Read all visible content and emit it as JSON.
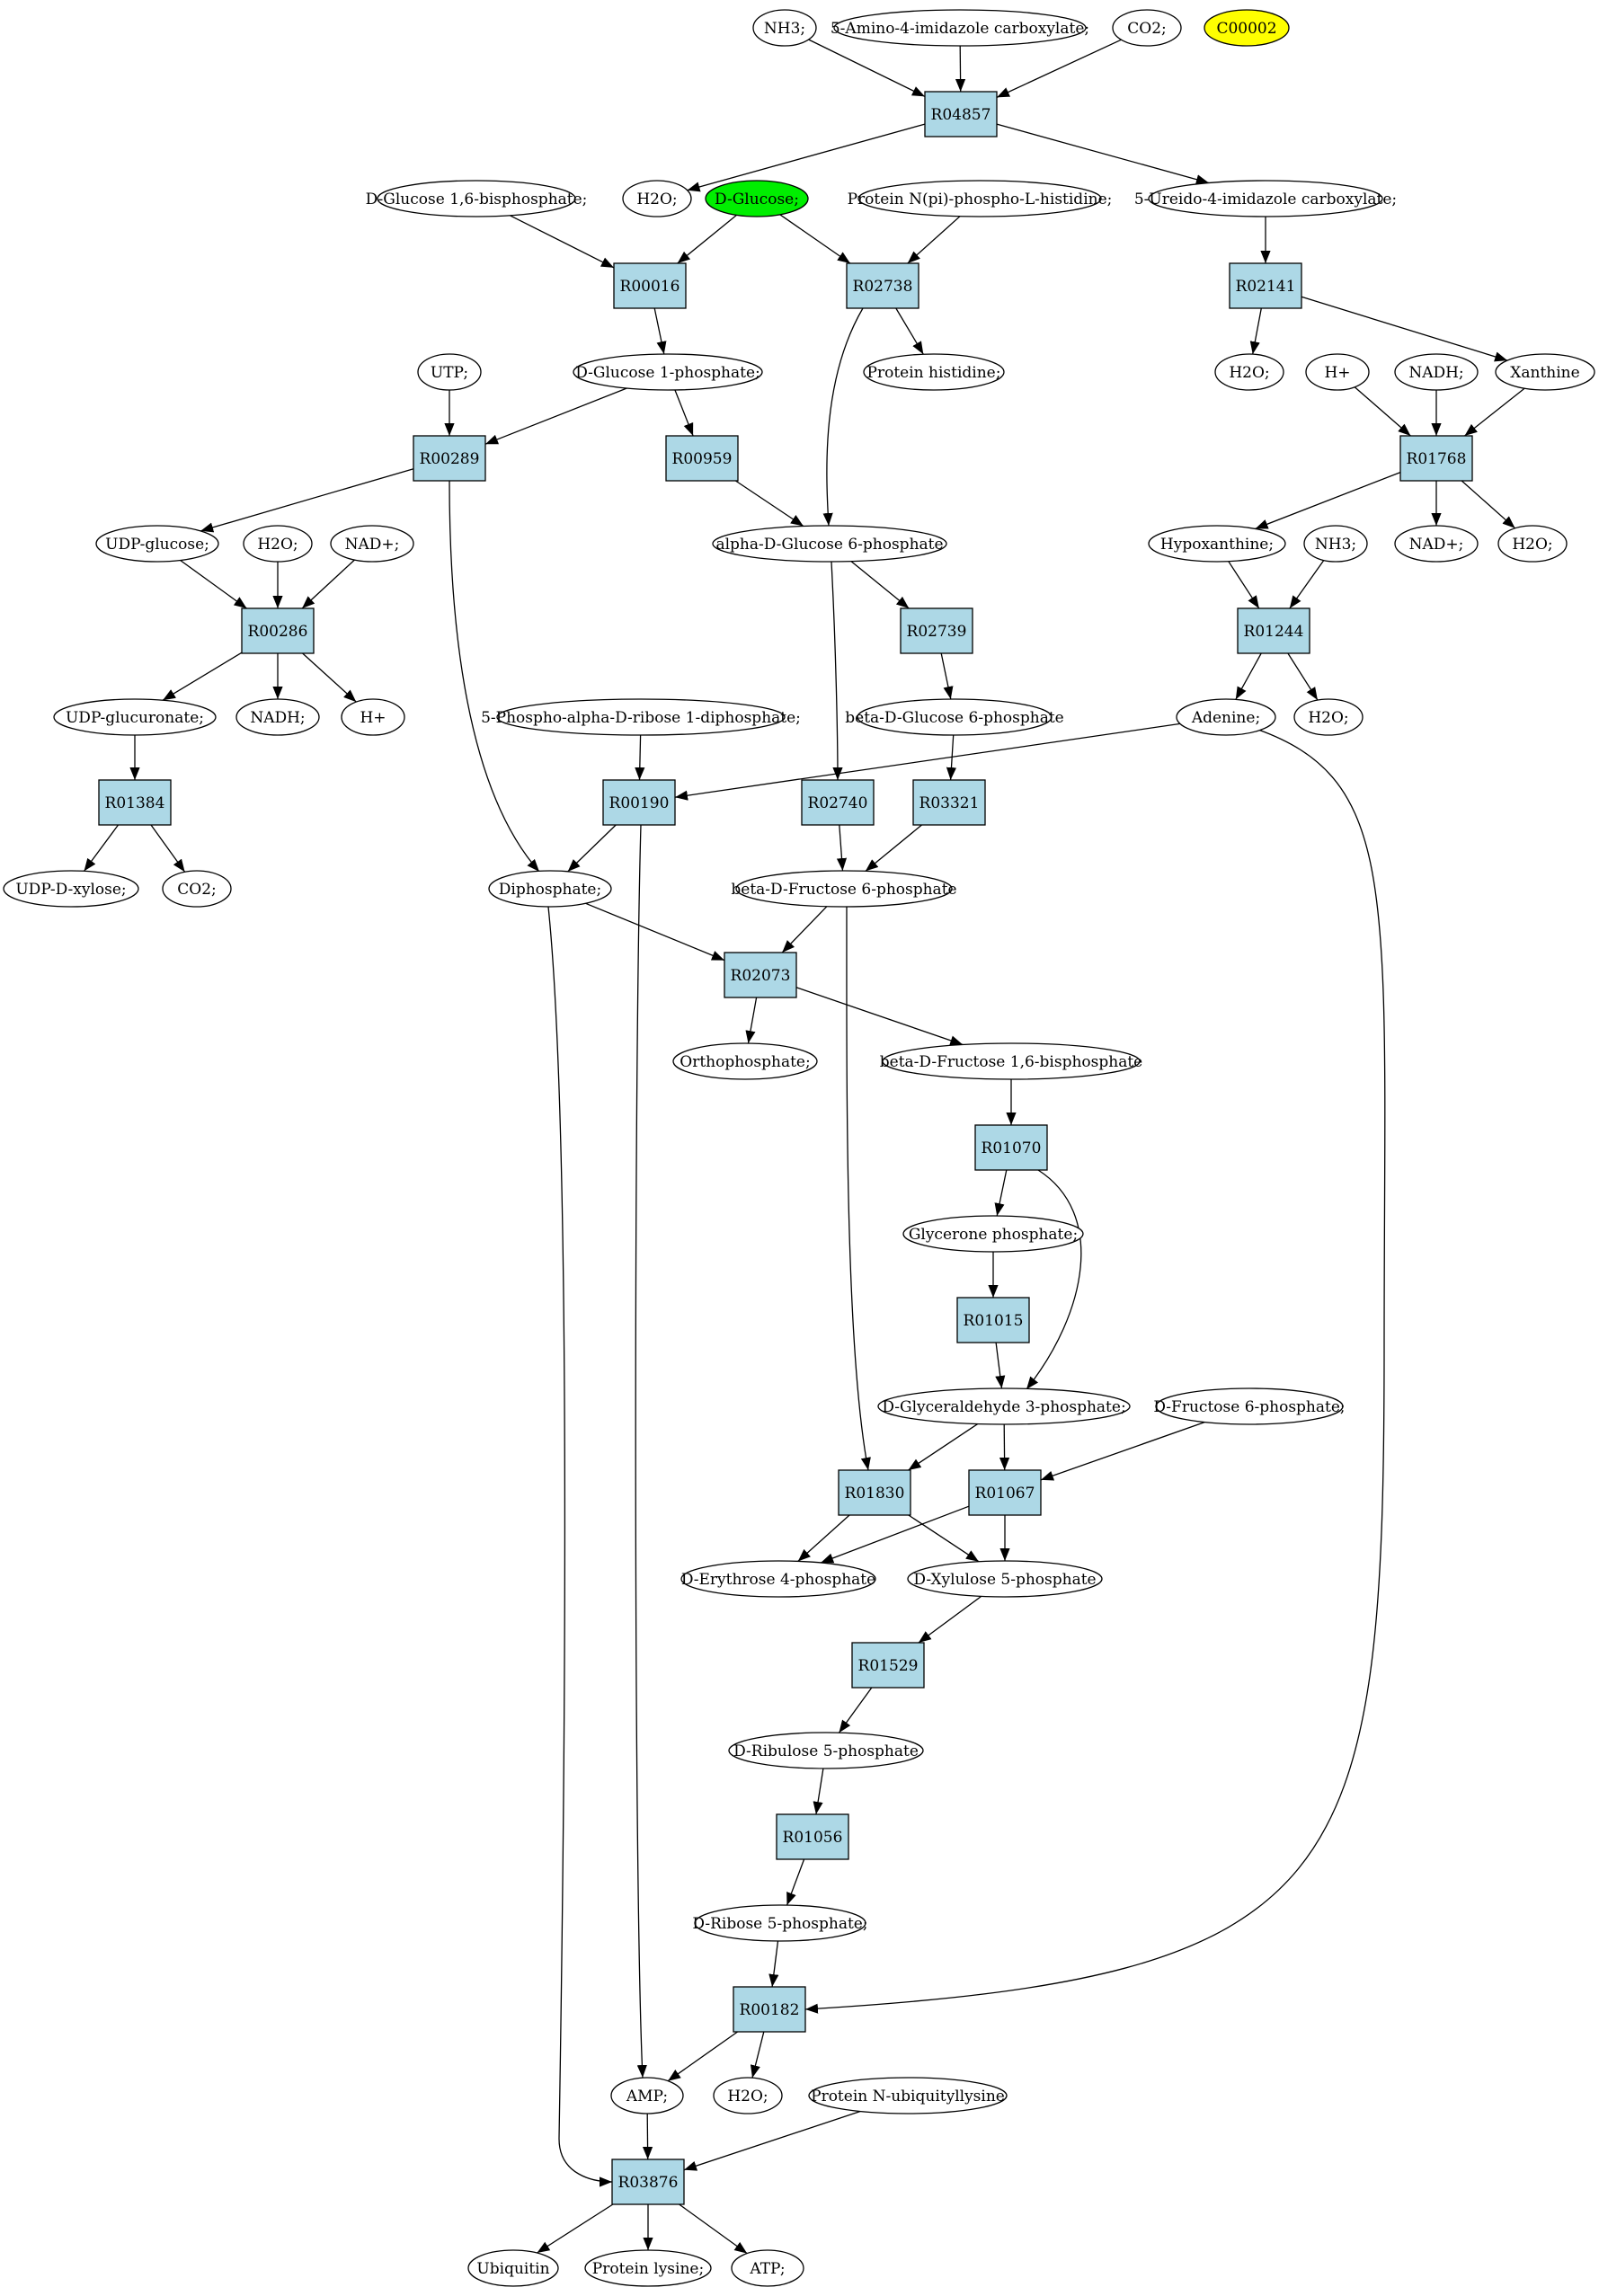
{
  "colors": {
    "reaction_fill": "#add8e6",
    "compound_fill": "#ffffff",
    "highlight_green": "#00ee00",
    "highlight_yellow": "#ffff00",
    "edge": "#000000"
  },
  "nodes": [
    {
      "id": "nh3_top",
      "label": "NH3;",
      "shape": "ellipse"
    },
    {
      "id": "amino_imid",
      "label": "5-Amino-4-imidazole carboxylate;",
      "shape": "ellipse"
    },
    {
      "id": "co2_top",
      "label": "CO2;",
      "shape": "ellipse"
    },
    {
      "id": "c00002",
      "label": "C00002",
      "shape": "ellipse",
      "fill": "highlight_yellow"
    },
    {
      "id": "r04857",
      "label": "R04857",
      "shape": "box"
    },
    {
      "id": "dglc16bp",
      "label": "D-Glucose 1,6-bisphosphate;",
      "shape": "ellipse"
    },
    {
      "id": "h2o_a",
      "label": "H2O;",
      "shape": "ellipse"
    },
    {
      "id": "dglucose",
      "label": "D-Glucose;",
      "shape": "ellipse",
      "fill": "highlight_green"
    },
    {
      "id": "protnphis",
      "label": "Protein N(pi)-phospho-L-histidine;",
      "shape": "ellipse"
    },
    {
      "id": "ureido",
      "label": "5-Ureido-4-imidazole carboxylate;",
      "shape": "ellipse"
    },
    {
      "id": "r00016",
      "label": "R00016",
      "shape": "box"
    },
    {
      "id": "r02738",
      "label": "R02738",
      "shape": "box"
    },
    {
      "id": "r02141",
      "label": "R02141",
      "shape": "box"
    },
    {
      "id": "utp",
      "label": "UTP;",
      "shape": "ellipse"
    },
    {
      "id": "dglc1p",
      "label": "D-Glucose 1-phosphate;",
      "shape": "ellipse"
    },
    {
      "id": "prothis",
      "label": "Protein histidine;",
      "shape": "ellipse"
    },
    {
      "id": "h2o_b",
      "label": "H2O;",
      "shape": "ellipse"
    },
    {
      "id": "hplus_a",
      "label": "H+",
      "shape": "ellipse"
    },
    {
      "id": "nadh_a",
      "label": "NADH;",
      "shape": "ellipse"
    },
    {
      "id": "xanthine",
      "label": "Xanthine",
      "shape": "ellipse"
    },
    {
      "id": "r00289",
      "label": "R00289",
      "shape": "box"
    },
    {
      "id": "r00959",
      "label": "R00959",
      "shape": "box"
    },
    {
      "id": "r01768",
      "label": "R01768",
      "shape": "box"
    },
    {
      "id": "udpglc",
      "label": "UDP-glucose;",
      "shape": "ellipse"
    },
    {
      "id": "h2o_c",
      "label": "H2O;",
      "shape": "ellipse"
    },
    {
      "id": "nadplus_a",
      "label": "NAD+;",
      "shape": "ellipse"
    },
    {
      "id": "aglc6p",
      "label": "alpha-D-Glucose 6-phosphate",
      "shape": "ellipse"
    },
    {
      "id": "hypox",
      "label": "Hypoxanthine;",
      "shape": "ellipse"
    },
    {
      "id": "nh3_b",
      "label": "NH3;",
      "shape": "ellipse"
    },
    {
      "id": "nadplus_b",
      "label": "NAD+;",
      "shape": "ellipse"
    },
    {
      "id": "h2o_d",
      "label": "H2O;",
      "shape": "ellipse"
    },
    {
      "id": "r00286",
      "label": "R00286",
      "shape": "box"
    },
    {
      "id": "r02739",
      "label": "R02739",
      "shape": "box"
    },
    {
      "id": "r01244",
      "label": "R01244",
      "shape": "box"
    },
    {
      "id": "udpglcur",
      "label": "UDP-glucuronate;",
      "shape": "ellipse"
    },
    {
      "id": "nadh_b",
      "label": "NADH;",
      "shape": "ellipse"
    },
    {
      "id": "hplus_b",
      "label": "H+",
      "shape": "ellipse"
    },
    {
      "id": "prpp",
      "label": "5-Phospho-alpha-D-ribose 1-diphosphate;",
      "shape": "ellipse"
    },
    {
      "id": "bglc6p",
      "label": "beta-D-Glucose 6-phosphate",
      "shape": "ellipse"
    },
    {
      "id": "adenine",
      "label": "Adenine;",
      "shape": "ellipse"
    },
    {
      "id": "h2o_e",
      "label": "H2O;",
      "shape": "ellipse"
    },
    {
      "id": "r01384",
      "label": "R01384",
      "shape": "box"
    },
    {
      "id": "r00190",
      "label": "R00190",
      "shape": "box"
    },
    {
      "id": "r02740",
      "label": "R02740",
      "shape": "box"
    },
    {
      "id": "r03321",
      "label": "R03321",
      "shape": "box"
    },
    {
      "id": "udpxyl",
      "label": "UDP-D-xylose;",
      "shape": "ellipse"
    },
    {
      "id": "co2_b",
      "label": "CO2;",
      "shape": "ellipse"
    },
    {
      "id": "diphos",
      "label": "Diphosphate;",
      "shape": "ellipse"
    },
    {
      "id": "bfru6p",
      "label": "beta-D-Fructose 6-phosphate",
      "shape": "ellipse"
    },
    {
      "id": "r02073",
      "label": "R02073",
      "shape": "box"
    },
    {
      "id": "orthop",
      "label": "Orthophosphate;",
      "shape": "ellipse"
    },
    {
      "id": "bfru16bp",
      "label": "beta-D-Fructose 1,6-bisphosphate",
      "shape": "ellipse"
    },
    {
      "id": "r01070",
      "label": "R01070",
      "shape": "box"
    },
    {
      "id": "glycp",
      "label": "Glycerone phosphate;",
      "shape": "ellipse"
    },
    {
      "id": "r01015",
      "label": "R01015",
      "shape": "box"
    },
    {
      "id": "gap",
      "label": "D-Glyceraldehyde 3-phosphate;",
      "shape": "ellipse"
    },
    {
      "id": "dfru6p",
      "label": "D-Fructose 6-phosphate;",
      "shape": "ellipse"
    },
    {
      "id": "r01830",
      "label": "R01830",
      "shape": "box"
    },
    {
      "id": "r01067",
      "label": "R01067",
      "shape": "box"
    },
    {
      "id": "e4p",
      "label": "D-Erythrose 4-phosphate",
      "shape": "ellipse"
    },
    {
      "id": "xu5p",
      "label": "D-Xylulose 5-phosphate",
      "shape": "ellipse"
    },
    {
      "id": "r01529",
      "label": "R01529",
      "shape": "box"
    },
    {
      "id": "ru5p",
      "label": "D-Ribulose 5-phosphate",
      "shape": "ellipse"
    },
    {
      "id": "r01056",
      "label": "R01056",
      "shape": "box"
    },
    {
      "id": "r5p",
      "label": "D-Ribose 5-phosphate;",
      "shape": "ellipse"
    },
    {
      "id": "r00182",
      "label": "R00182",
      "shape": "box"
    },
    {
      "id": "amp",
      "label": "AMP;",
      "shape": "ellipse"
    },
    {
      "id": "h2o_f",
      "label": "H2O;",
      "shape": "ellipse"
    },
    {
      "id": "protubly",
      "label": "Protein N-ubiquityllysine",
      "shape": "ellipse"
    },
    {
      "id": "r03876",
      "label": "R03876",
      "shape": "box"
    },
    {
      "id": "ubiquitin",
      "label": "Ubiquitin",
      "shape": "ellipse"
    },
    {
      "id": "protlys",
      "label": "Protein lysine;",
      "shape": "ellipse"
    },
    {
      "id": "atp",
      "label": "ATP;",
      "shape": "ellipse"
    }
  ],
  "edges": [
    [
      "nh3_top",
      "r04857"
    ],
    [
      "amino_imid",
      "r04857"
    ],
    [
      "co2_top",
      "r04857"
    ],
    [
      "r04857",
      "h2o_a"
    ],
    [
      "r04857",
      "ureido"
    ],
    [
      "dglc16bp",
      "r00016"
    ],
    [
      "dglucose",
      "r00016"
    ],
    [
      "dglucose",
      "r02738"
    ],
    [
      "protnphis",
      "r02738"
    ],
    [
      "ureido",
      "r02141"
    ],
    [
      "r00016",
      "dglc1p"
    ],
    [
      "r02738",
      "prothis"
    ],
    [
      "r02738",
      "aglc6p"
    ],
    [
      "r02141",
      "h2o_b"
    ],
    [
      "r02141",
      "xanthine"
    ],
    [
      "utp",
      "r00289"
    ],
    [
      "dglc1p",
      "r00289"
    ],
    [
      "dglc1p",
      "r00959"
    ],
    [
      "hplus_a",
      "r01768"
    ],
    [
      "nadh_a",
      "r01768"
    ],
    [
      "xanthine",
      "r01768"
    ],
    [
      "r00289",
      "udpglc"
    ],
    [
      "r00289",
      "diphos"
    ],
    [
      "r00959",
      "aglc6p"
    ],
    [
      "r01768",
      "hypox"
    ],
    [
      "r01768",
      "nadplus_b"
    ],
    [
      "r01768",
      "h2o_d"
    ],
    [
      "udpglc",
      "r00286"
    ],
    [
      "h2o_c",
      "r00286"
    ],
    [
      "nadplus_a",
      "r00286"
    ],
    [
      "aglc6p",
      "r02739"
    ],
    [
      "aglc6p",
      "r02740"
    ],
    [
      "hypox",
      "r01244"
    ],
    [
      "nh3_b",
      "r01244"
    ],
    [
      "r00286",
      "udpglcur"
    ],
    [
      "r00286",
      "nadh_b"
    ],
    [
      "r00286",
      "hplus_b"
    ],
    [
      "r02739",
      "bglc6p"
    ],
    [
      "r01244",
      "adenine"
    ],
    [
      "r01244",
      "h2o_e"
    ],
    [
      "udpglcur",
      "r01384"
    ],
    [
      "prpp",
      "r00190"
    ],
    [
      "adenine",
      "r00190"
    ],
    [
      "adenine",
      "r00182"
    ],
    [
      "bglc6p",
      "r03321"
    ],
    [
      "r01384",
      "udpxyl"
    ],
    [
      "r01384",
      "co2_b"
    ],
    [
      "r00190",
      "diphos"
    ],
    [
      "r00190",
      "amp"
    ],
    [
      "r02740",
      "bfru6p"
    ],
    [
      "r03321",
      "bfru6p"
    ],
    [
      "diphos",
      "r02073"
    ],
    [
      "diphos",
      "r03876"
    ],
    [
      "bfru6p",
      "r02073"
    ],
    [
      "bfru6p",
      "r01830"
    ],
    [
      "r02073",
      "orthop"
    ],
    [
      "r02073",
      "bfru16bp"
    ],
    [
      "bfru16bp",
      "r01070"
    ],
    [
      "r01070",
      "glycp"
    ],
    [
      "r01070",
      "gap"
    ],
    [
      "glycp",
      "r01015"
    ],
    [
      "r01015",
      "gap"
    ],
    [
      "gap",
      "r01830"
    ],
    [
      "gap",
      "r01067"
    ],
    [
      "dfru6p",
      "r01067"
    ],
    [
      "r01830",
      "e4p"
    ],
    [
      "r01830",
      "xu5p"
    ],
    [
      "r01067",
      "e4p"
    ],
    [
      "r01067",
      "xu5p"
    ],
    [
      "xu5p",
      "r01529"
    ],
    [
      "r01529",
      "ru5p"
    ],
    [
      "ru5p",
      "r01056"
    ],
    [
      "r01056",
      "r5p"
    ],
    [
      "r5p",
      "r00182"
    ],
    [
      "r00182",
      "amp"
    ],
    [
      "r00182",
      "h2o_f"
    ],
    [
      "amp",
      "r03876"
    ],
    [
      "protubly",
      "r03876"
    ],
    [
      "r03876",
      "ubiquitin"
    ],
    [
      "r03876",
      "protlys"
    ],
    [
      "r03876",
      "atp"
    ]
  ]
}
